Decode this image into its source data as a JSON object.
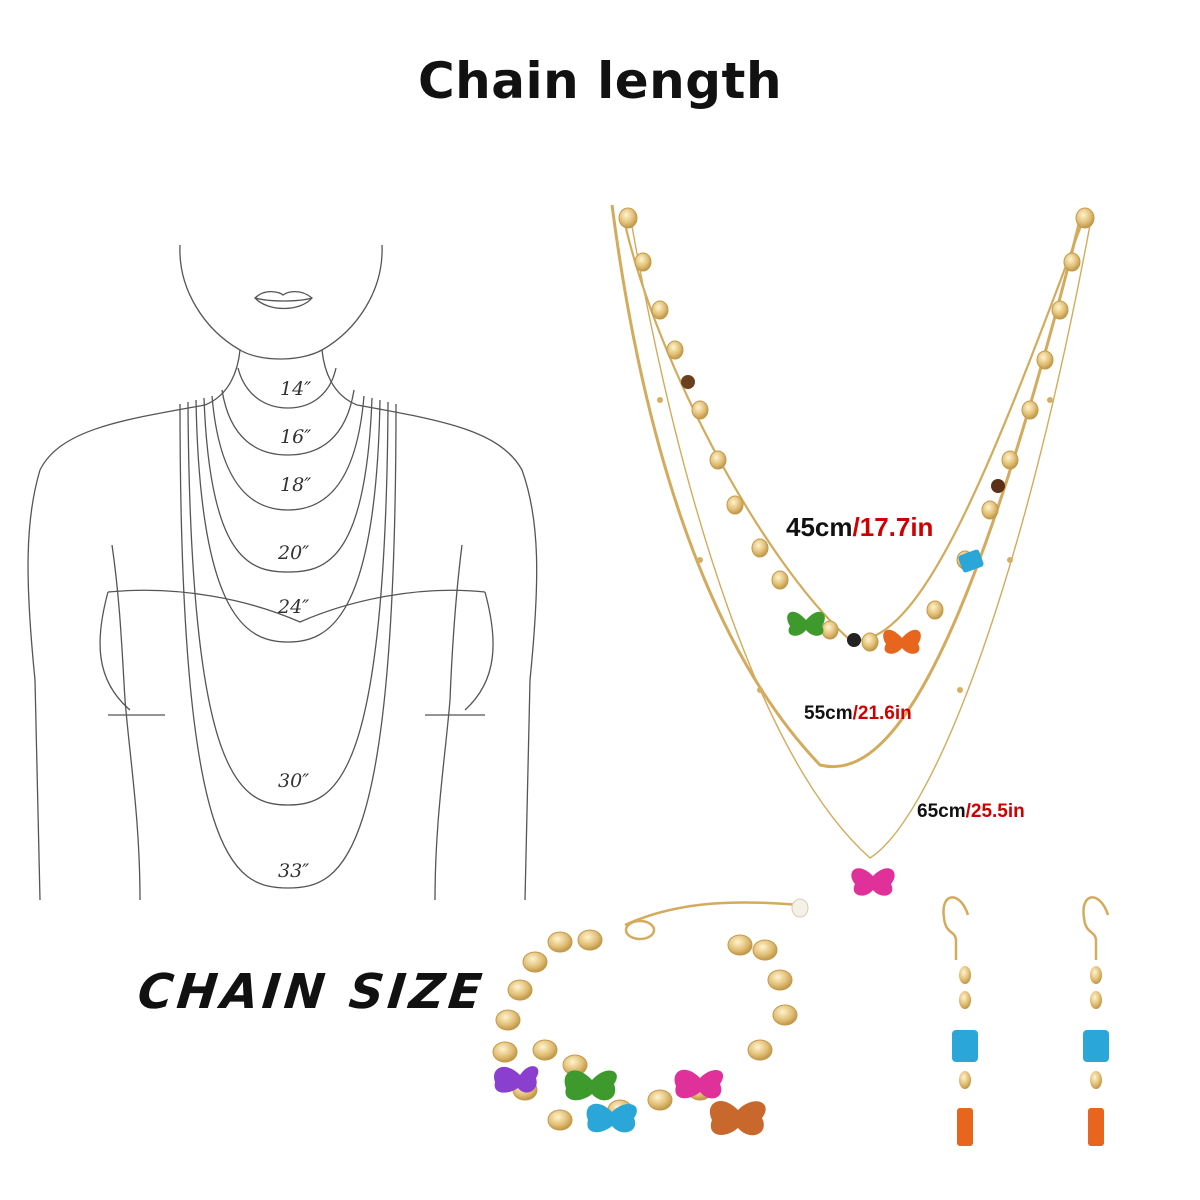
{
  "title": "Chain length",
  "chain_size_label": "CHAIN SIZE",
  "neck_lengths": [
    "14″",
    "16″",
    "18″",
    "20″",
    "24″",
    "30″",
    "33″"
  ],
  "measurements": [
    {
      "cm": "45cm",
      "sep": "/",
      "inches": "17.7in"
    },
    {
      "cm": "55cm",
      "sep": "/",
      "inches": "21.6in"
    },
    {
      "cm": "65cm",
      "sep": "/",
      "inches": "25.5in"
    }
  ],
  "colors": {
    "gold": "#d9b46a",
    "inch_red": "#d00000",
    "butterfly_pink": "#e0309a",
    "turquoise": "#2aa7d8",
    "green": "#3f9a2e",
    "orange": "#e8651d",
    "purple": "#8a3fcf"
  }
}
